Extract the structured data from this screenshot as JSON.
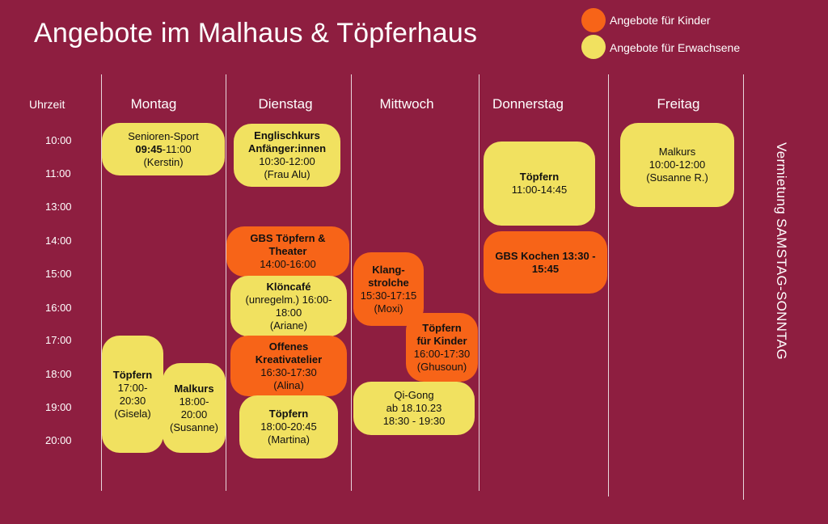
{
  "title": "Angebote im Malhaus & Töpferhaus",
  "legend": {
    "kids": {
      "label": "Angebote für Kinder",
      "color": "#f76418"
    },
    "adults": {
      "label": "Angebote für Erwachsene",
      "color": "#f1e160"
    }
  },
  "colors": {
    "background": "#8e1e40"
  },
  "uhrzeit_label": "Uhrzeit",
  "days": [
    "Montag",
    "Dienstag",
    "Mittwoch",
    "Donnerstag",
    "Freitag"
  ],
  "times": [
    "10:00",
    "11:00",
    "13:00",
    "14:00",
    "15:00",
    "16:00",
    "17:00",
    "18:00",
    "19:00",
    "20:00"
  ],
  "weekend": "Vermietung SAMSTAG-SONNTAG",
  "events": {
    "mo_senioren": {
      "l1": "Senioren-Sport",
      "l2a": "09:45",
      "l2b": "-11:00",
      "l3": "(Kerstin)"
    },
    "mo_toepfern": {
      "l1": "Töpfern",
      "l2": "17:00-",
      "l3": "20:30",
      "l4": "(Gisela)"
    },
    "mo_malkurs": {
      "l1": "Malkurs",
      "l2": "18:00-",
      "l3": "20:00",
      "l4": "(Susanne)"
    },
    "di_englisch": {
      "l1": "Englischkurs",
      "l2": "Anfänger:innen",
      "l3": "10:30-12:00",
      "l4": "(Frau Alu)"
    },
    "di_gbs": {
      "l1": "GBS Töpfern &",
      "l2": "Theater",
      "l3": "14:00-16:00"
    },
    "di_kloencafe": {
      "l1": "Klöncafé",
      "l2": "(unregelm.) 16:00-",
      "l3": "18:00",
      "l4": "(Ariane)"
    },
    "di_offenes": {
      "l1": "Offenes",
      "l2": "Kreativatelier",
      "l3": "16:30-17:30",
      "l4": "(Alina)"
    },
    "di_toepfern": {
      "l1": "Töpfern",
      "l2": "18:00-20:45",
      "l3": "(Martina)"
    },
    "mi_klang": {
      "l1": "Klang-",
      "l2": "strolche",
      "l3": "15:30-17:15",
      "l4": "(Moxi)"
    },
    "mi_toepfern": {
      "l1": "Töpfern",
      "l2": "für Kinder",
      "l3": "16:00-17:30",
      "l4": "(Ghusoun)"
    },
    "mi_qigong": {
      "l1": "Qi-Gong",
      "l2": "ab 18.10.23",
      "l3": "18:30 - 19:30"
    },
    "do_toepfern": {
      "l1": "Töpfern",
      "l2": "11:00-14:45"
    },
    "do_gbs": {
      "l1": "GBS Kochen 13:30 -",
      "l2": "15:45"
    },
    "fr_malkurs": {
      "l1": "Malkurs",
      "l2": "10:00-12:00",
      "l3": "(Susanne R.)"
    }
  }
}
